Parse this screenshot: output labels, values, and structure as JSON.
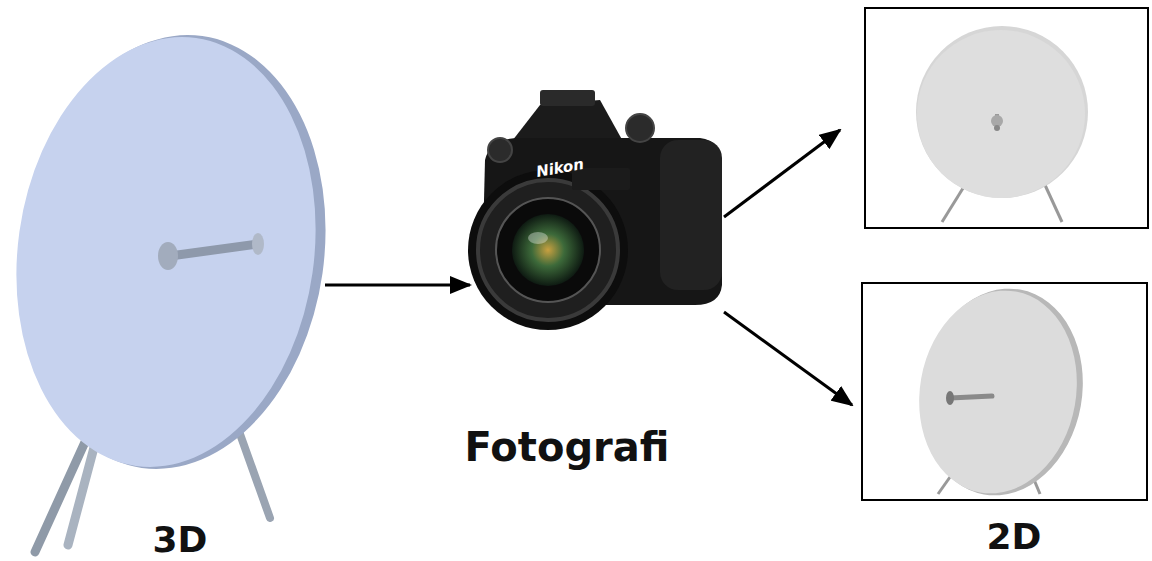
{
  "diagram": {
    "labels": [
      "3D",
      "Fotografi",
      "2D",
      "Nikon"
    ]
  }
}
